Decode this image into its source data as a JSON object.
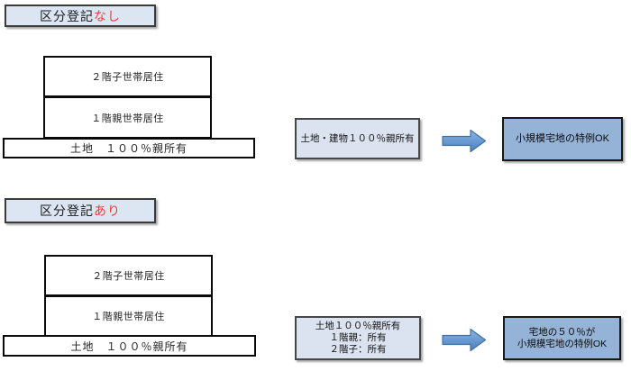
{
  "colors": {
    "title_bg": "#dce6f2",
    "condition_bg": "#dce3f0",
    "result_bg": "#95b3d7",
    "highlight_text": "#ee3b3b",
    "arrow_fill": "#5b9bd5",
    "arrow_border": "#41719c"
  },
  "sections": [
    {
      "title": {
        "prefix": "区分登記",
        "highlight": "なし"
      },
      "building": {
        "floor2_label": "２階子世帯居住",
        "floor1_label": "１階親世帯居住",
        "land_label": "土地　１００％親所有"
      },
      "condition_lines": [
        "土地・建物１００％親所有"
      ],
      "result_lines": [
        "小規模宅地の特例OK"
      ]
    },
    {
      "title": {
        "prefix": "区分登記",
        "highlight": "あり"
      },
      "building": {
        "floor2_label": "２階子世帯居住",
        "floor1_label": "１階親世帯居住",
        "land_label": "土地　１００％親所有"
      },
      "condition_lines": [
        "土地１００％親所有",
        "１階親：所有",
        "２階子：所有"
      ],
      "result_lines": [
        "宅地の５０％が",
        "小規模宅地の特例OK"
      ]
    }
  ]
}
